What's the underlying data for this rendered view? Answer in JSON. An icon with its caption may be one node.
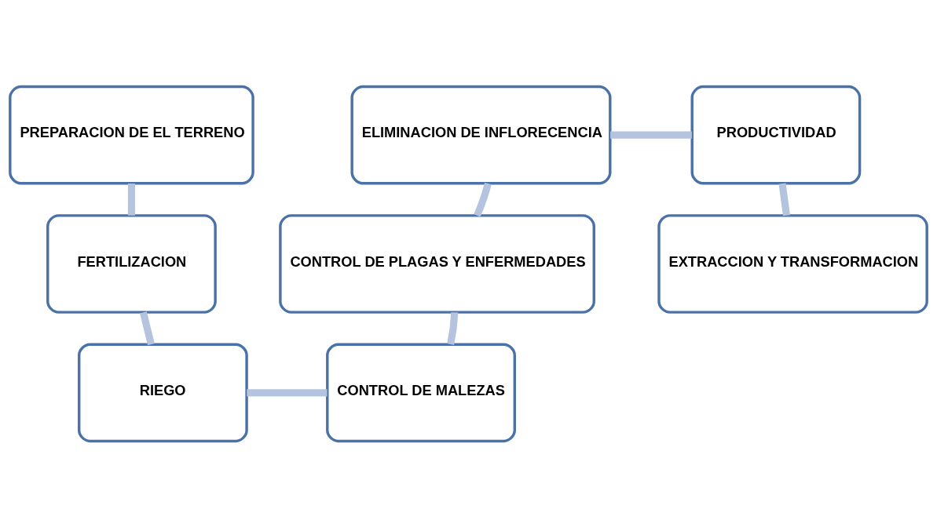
{
  "diagram": {
    "nodes": [
      {
        "text": [
          "PREPARACION DE EL TERRENO"
        ]
      },
      {
        "text": [
          "FERTILIZACION"
        ]
      },
      {
        "text": [
          "RIEGO"
        ]
      },
      {
        "text": [
          "CONTROL DE MALEZAS"
        ]
      },
      {
        "text": [
          "CONTROL DE PLAGAS Y ENFERMEDADES"
        ]
      },
      {
        "text": [
          "ELIMINACION DE INFLORECENCIA"
        ]
      },
      {
        "text": [
          "PRODUCTIVIDAD"
        ]
      },
      {
        "text": [
          "EXTRACCION Y TRANSFORMACION"
        ]
      }
    ],
    "edges": [
      {
        "from": 0,
        "to": 1,
        "arrow": "none"
      },
      {
        "from": 1,
        "to": 2,
        "arrow": "none"
      },
      {
        "from": 2,
        "to": 3,
        "arrow": "none"
      },
      {
        "from": 3,
        "to": 4,
        "arrow": "none"
      },
      {
        "from": 4,
        "to": 5,
        "arrow": "none"
      },
      {
        "from": 5,
        "to": 6,
        "arrow": "none"
      },
      {
        "from": 6,
        "to": 7,
        "arrow": "none"
      }
    ]
  }
}
